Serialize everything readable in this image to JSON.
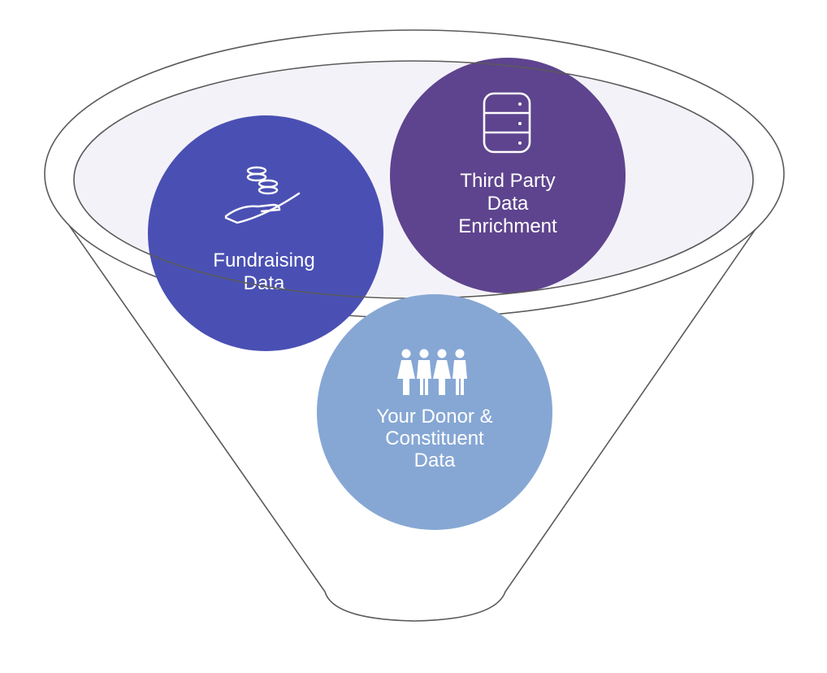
{
  "diagram": {
    "type": "funnel",
    "colors": {
      "funnel_outline": "#5a5a5a",
      "funnel_fill": "#f4f2f9",
      "circle_fundraising": "#4a50b3",
      "circle_third_party": "#5e448e",
      "circle_donor": "#86a7d4",
      "text": "#ffffff"
    },
    "circles": [
      {
        "id": "fundraising",
        "icon": "hand-coins-icon",
        "lines": [
          "Fundraising",
          "Data"
        ]
      },
      {
        "id": "third_party",
        "icon": "database-icon",
        "lines": [
          "Third Party",
          "Data",
          "Enrichment"
        ]
      },
      {
        "id": "donor",
        "icon": "people-icon",
        "lines": [
          "Your Donor &",
          "Constituent",
          "Data"
        ]
      }
    ]
  }
}
